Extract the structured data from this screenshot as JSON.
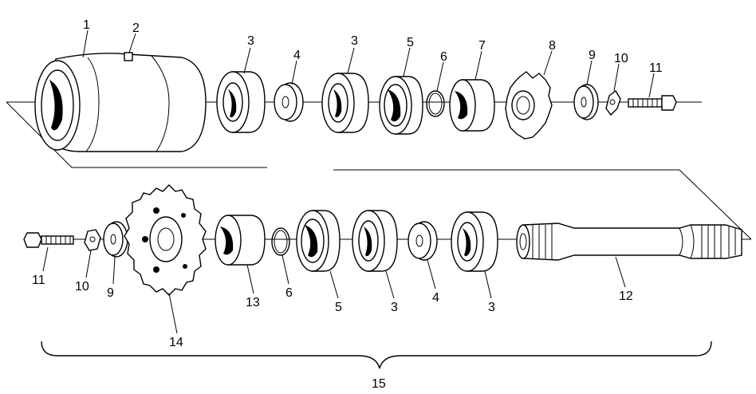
{
  "callouts_top": [
    "1",
    "2",
    "3",
    "4",
    "3",
    "5",
    "6",
    "7",
    "8",
    "9",
    "10",
    "11"
  ],
  "callouts_bottom": [
    "11",
    "10",
    "9",
    "14",
    "13",
    "6",
    "5",
    "3",
    "4",
    "3",
    "12"
  ],
  "assembly_label": "15"
}
